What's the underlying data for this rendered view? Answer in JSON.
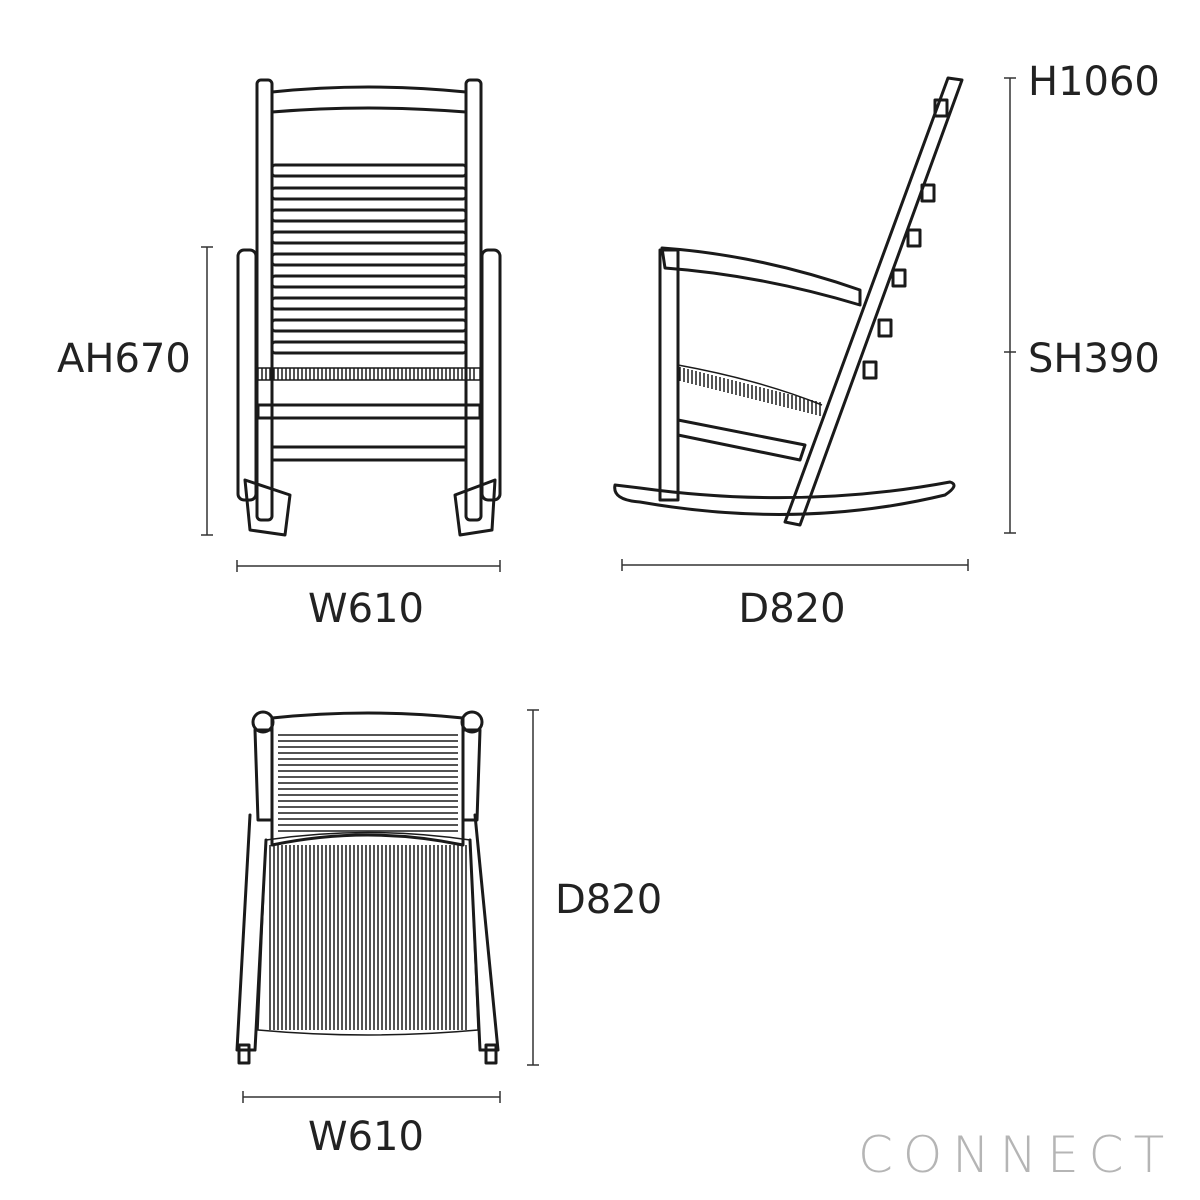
{
  "front_view": {
    "height_label": "AH670",
    "width_label": "W610"
  },
  "side_view": {
    "total_height_label": "H1060",
    "seat_height_label": "SH390",
    "depth_label": "D820"
  },
  "top_view": {
    "depth_label": "D820",
    "width_label": "W610"
  },
  "brand": {
    "logo_text": "CONNECT",
    "logo_color": "#b5b5b5"
  },
  "colors": {
    "line": "#1a1a1a",
    "background": "#ffffff"
  }
}
